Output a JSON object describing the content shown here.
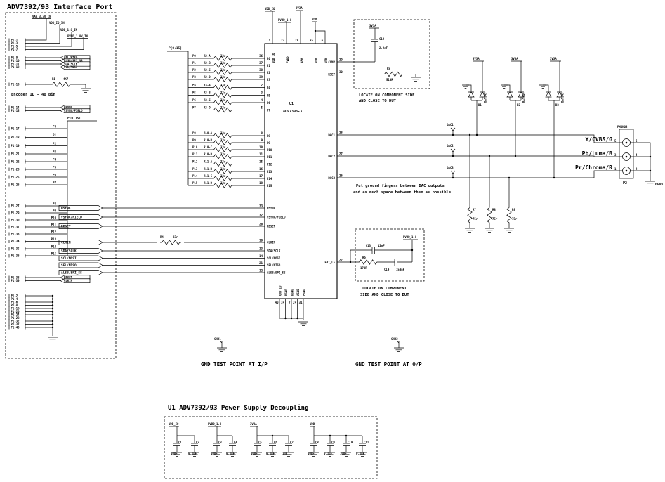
{
  "title": "ADV7392/93 Interface Port",
  "left": {
    "power_rows": [
      {
        "pin": "P1-1",
        "net": "VAA_3.3V_IN"
      },
      {
        "pin": "P1-3",
        "net": "VDD_IO_IN"
      },
      {
        "pin": "P1-5",
        "net": "VDD_1.8_IN"
      },
      {
        "pin": "P1-7",
        "net": "PVDD_1.8V_IN"
      }
    ],
    "spi_rows": [
      {
        "pin": "P1-9",
        "net": "SFL/MISO"
      },
      {
        "pin": "P1-10",
        "net": "ALSB/SPI_SS"
      },
      {
        "pin": "P1-11",
        "net": "SDA/SCLK"
      },
      {
        "pin": "P1-12",
        "net": "SCL/MOSI"
      }
    ],
    "id_row": {
      "pin": "P1-13",
      "refdes": "R1",
      "value": "4K7"
    },
    "id_note": "Encoder ID - 40 pin",
    "sync_rows": [
      {
        "pin": "P1-14",
        "net": "HSYNC"
      },
      {
        "pin": "P1-15",
        "net": "VSYNC/FIELD"
      }
    ],
    "bus_label": "P[0:15]",
    "data_rows": [
      {
        "pin": "P1-17",
        "net": "P0"
      },
      {
        "pin": "P1-18",
        "net": "P1"
      },
      {
        "pin": "P1-19",
        "net": "P2"
      },
      {
        "pin": "P1-21",
        "net": "P3"
      },
      {
        "pin": "P1-22",
        "net": "P4"
      },
      {
        "pin": "P1-23",
        "net": "P5"
      },
      {
        "pin": "P1-25",
        "net": "P6"
      },
      {
        "pin": "P1-26",
        "net": "P7"
      },
      {
        "pin": "P1-27",
        "net": "P8"
      },
      {
        "pin": "P1-29",
        "net": "P9"
      },
      {
        "pin": "P1-30",
        "net": "P10"
      },
      {
        "pin": "P1-31",
        "net": "P11"
      },
      {
        "pin": "P1-33",
        "net": "P12"
      },
      {
        "pin": "P1-34",
        "net": "P13"
      },
      {
        "pin": "P1-35",
        "net": "P14"
      },
      {
        "pin": "P1-36",
        "net": "P15"
      }
    ],
    "misc_rows": [
      {
        "pin": "P1-38",
        "net": "RESET"
      },
      {
        "pin": "P1-39",
        "net": "CLKIN"
      }
    ],
    "gnd_pins": [
      "P1-2",
      "P1-4",
      "P1-6",
      "P1-8",
      "P1-16",
      "P1-20",
      "P1-24",
      "P1-28",
      "P1-32",
      "P1-37",
      "P1-40"
    ]
  },
  "bus": {
    "label": "P[0:15]",
    "rows": [
      {
        "net": "P0",
        "refdes": "R2-A",
        "value": "33r",
        "pin": "36",
        "name": "P0"
      },
      {
        "net": "P1",
        "refdes": "R2-B",
        "value": "33r",
        "pin": "37",
        "name": "P1"
      },
      {
        "net": "P2",
        "refdes": "R2-C",
        "value": "33r",
        "pin": "38",
        "name": "P2"
      },
      {
        "net": "P3",
        "refdes": "R2-D",
        "value": "33r",
        "pin": "39",
        "name": "P3"
      },
      {
        "net": "P4",
        "refdes": "R3-A",
        "value": "33r",
        "pin": "2",
        "name": "P4"
      },
      {
        "net": "P5",
        "refdes": "R3-B",
        "value": "33r",
        "pin": "3",
        "name": "P5"
      },
      {
        "net": "P6",
        "refdes": "R3-C",
        "value": "33r",
        "pin": "4",
        "name": "P6"
      },
      {
        "net": "P7",
        "refdes": "R3-D",
        "value": "33r",
        "pin": "5",
        "name": "P7"
      },
      {
        "net": "P8",
        "refdes": "R10-A",
        "value": "33r",
        "pin": "8",
        "name": "P8"
      },
      {
        "net": "P9",
        "refdes": "R10-B",
        "value": "33r",
        "pin": "9",
        "name": "P9"
      },
      {
        "net": "P10",
        "refdes": "R10-C",
        "value": "33r",
        "pin": "10",
        "name": "P10"
      },
      {
        "net": "P11",
        "refdes": "R10-D",
        "value": "33r",
        "pin": "11",
        "name": "P11"
      },
      {
        "net": "P12",
        "refdes": "R11-A",
        "value": "33r",
        "pin": "15",
        "name": "P12"
      },
      {
        "net": "P13",
        "refdes": "R11-B",
        "value": "33r",
        "pin": "16",
        "name": "P13"
      },
      {
        "net": "P14",
        "refdes": "R11-C",
        "value": "33r",
        "pin": "17",
        "name": "P14"
      },
      {
        "net": "P15",
        "refdes": "R11-D",
        "value": "33r",
        "pin": "18",
        "name": "P15"
      }
    ]
  },
  "controls": [
    {
      "net": "HSYNC",
      "pin": "33",
      "name": "HSYNC"
    },
    {
      "net": "VSYNC/FIELD",
      "pin": "32",
      "name": "VSYNC/FIELD"
    },
    {
      "net": "RESET",
      "pin": "20",
      "name": "RESET"
    },
    {
      "net": "CLKIN",
      "pin": "19",
      "name": "CLKIN",
      "refdes": "R4",
      "value": "33r"
    },
    {
      "net": "SDA/SCLK",
      "pin": "13",
      "name": "SDA/SCLK"
    },
    {
      "net": "SCL/MOSI",
      "pin": "14",
      "name": "SCL/MOSI"
    },
    {
      "net": "SFL/MISO",
      "pin": "21",
      "name": "SFL/MISO"
    },
    {
      "net": "ALSB/SPI_SS",
      "pin": "12",
      "name": "ALSB/SPI_SS"
    }
  ],
  "ic": {
    "refdes": "U1",
    "part": "ADV7393-3",
    "top_nets": [
      "VDD_IO",
      "PVDD_1.8",
      "3V3A",
      "VDD"
    ],
    "top_pins": [
      {
        "pin": "1",
        "name": "VDD_IO"
      },
      {
        "pin": "23",
        "name": "PVDD"
      },
      {
        "pin": "25",
        "name": "VAA"
      },
      {
        "pin": "35",
        "name": "VDD"
      },
      {
        "pin": "6",
        "name": "VDD"
      }
    ],
    "bottom_pins": [
      {
        "pin": "40",
        "name": "GND_IO"
      },
      {
        "pin": "34",
        "name": "DGND"
      },
      {
        "pin": "7",
        "name": "DGND"
      },
      {
        "pin": "24",
        "name": "AGND"
      },
      {
        "pin": "31",
        "name": "PGND"
      }
    ],
    "right_pins": [
      {
        "pin": "29",
        "name": "COMP"
      },
      {
        "pin": "30",
        "name": "RSET"
      },
      {
        "pin": "28",
        "name": "DAC1"
      },
      {
        "pin": "27",
        "name": "DAC2"
      },
      {
        "pin": "26",
        "name": "DAC3"
      },
      {
        "pin": "22",
        "name": "EXT_LF"
      }
    ]
  },
  "comp_net": {
    "rail": "3V3A",
    "cap_refdes": "C12",
    "cap_value": "2.2nF",
    "res_refdes": "R5",
    "res_value": "510R",
    "note1": "LOCATE ON COMPONENT SIDE",
    "note2": "AND CLOSE TO DUT"
  },
  "dac": {
    "rail": "3V3A",
    "outputs": [
      {
        "tp": "DAC1",
        "diode": "D1",
        "part": "BAT54S",
        "term_refdes": "R7",
        "term_value": "75r",
        "signal": "Y/CVBS/G",
        "pin_l": "5",
        "pin_r": "6"
      },
      {
        "tp": "DAC2",
        "diode": "D2",
        "part": "BAT54S",
        "term_refdes": "R8",
        "term_value": "75r",
        "signal": "Pb/Luma/B",
        "pin_l": "3",
        "pin_r": "4"
      },
      {
        "tp": "DAC3",
        "diode": "D3",
        "part": "BAT54S",
        "term_refdes": "R9",
        "term_value": "75r",
        "signal": "Pr/Chroma/R",
        "pin_l": "1",
        "pin_r": "2"
      }
    ],
    "note1": "Put ground fingers between DAC outputs",
    "note2": "and as much space between them as possible"
  },
  "connector": {
    "type": "PHONO3",
    "refdes": "P2",
    "gnd": "DGND"
  },
  "ext_lf": {
    "c13_refdes": "C13",
    "c13_value": "12nF",
    "r6_refdes": "R6",
    "r6_value": "170R",
    "c14_refdes": "C14",
    "c14_value": "150nF",
    "rail": "PVDD_1.8",
    "note1": "LOCATE ON COMPONENT",
    "note2": "SIDE AND CLOSE TO DUT"
  },
  "tps": {
    "gnd1": "GND1",
    "gnd1_note": "GND TEST POINT AT I/P",
    "gnd2": "GND2",
    "gnd2_note": "GND TEST POINT AT O/P"
  },
  "decoupling": {
    "title": "U1 ADV7392/93 Power Supply Decoupling",
    "rails": [
      {
        "net": "VDD_IO"
      },
      {
        "net": "PVDD_1.8"
      },
      {
        "net": "3V3A"
      },
      {
        "net": "VDD"
      }
    ],
    "caps": [
      {
        "refdes": "C1",
        "value": "10nF"
      },
      {
        "refdes": "C2",
        "value": "0.1uF"
      },
      {
        "refdes": "C3",
        "value": "10nF"
      },
      {
        "refdes": "C4",
        "value": "0.1uF"
      },
      {
        "refdes": "C5",
        "value": "10nF"
      },
      {
        "refdes": "C6",
        "value": "0.1uF"
      },
      {
        "refdes": "C7",
        "value": "1uF"
      },
      {
        "refdes": "C8",
        "value": "10nF"
      },
      {
        "refdes": "C9",
        "value": "0.1uF"
      },
      {
        "refdes": "C10",
        "value": "10nF"
      },
      {
        "refdes": "C11",
        "value": "0.1uF"
      }
    ]
  }
}
